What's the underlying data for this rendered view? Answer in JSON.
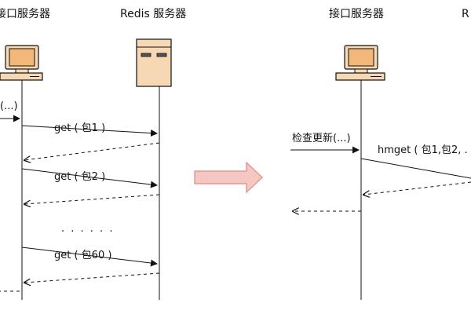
{
  "diagram": {
    "left": {
      "participant_1": "接口服务器",
      "participant_2": "Redis 服务器",
      "request_label": "(...)",
      "calls": [
        "get ( 包1 )",
        "get ( 包2 )",
        "get ( 包60 )"
      ],
      "ellipsis": "· · · · · ·"
    },
    "arrow_color": "#f4c7c3",
    "right": {
      "participant_1": "接口服务器",
      "participant_2": "R",
      "request_label": "检查更新(...)",
      "call": "hmget ( 包1,包2, ."
    }
  }
}
